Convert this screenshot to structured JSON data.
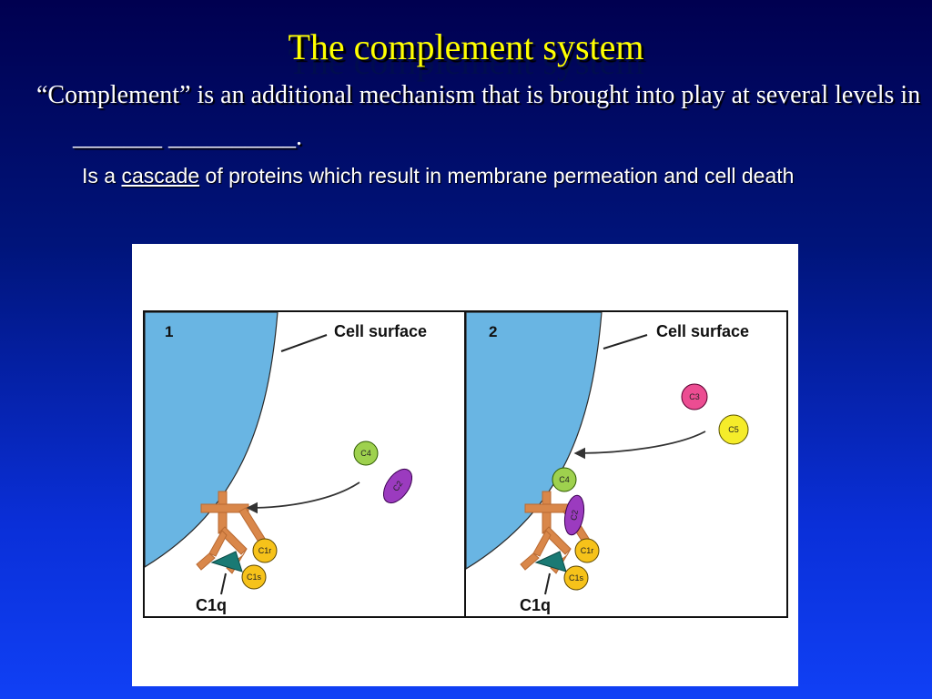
{
  "slide": {
    "title": "The complement system",
    "bullet_prefix": "“Complement” is an additional mechanism that is brought into play at several levels in _______ __________.",
    "sub_bullet_before": "Is a ",
    "sub_bullet_link": "cascade",
    "sub_bullet_after": " of proteins which result in membrane permeation and cell death"
  },
  "figure": {
    "panel1": {
      "number": "1",
      "surface_label": "Cell surface",
      "c1q_label": "C1q",
      "proteins": {
        "c4": "C4",
        "c2": "C2",
        "c1r": "C1r",
        "c1s": "C1s"
      }
    },
    "panel2": {
      "number": "2",
      "surface_label": "Cell surface",
      "c1q_label": "C1q",
      "proteins": {
        "c3": "C3",
        "c5": "C5",
        "c4": "C4",
        "c2": "C2",
        "c1r": "C1r",
        "c1s": "C1s"
      }
    },
    "colors": {
      "cell": "#69b5e3",
      "c1q": "#d9874a",
      "c1q_head": "#1a7a74",
      "c4": "#9ed14e",
      "c2": "#9b3bbf",
      "c1r_c1s": "#f6c21a",
      "c3": "#ec4d92",
      "c5": "#f5ec2a"
    }
  }
}
